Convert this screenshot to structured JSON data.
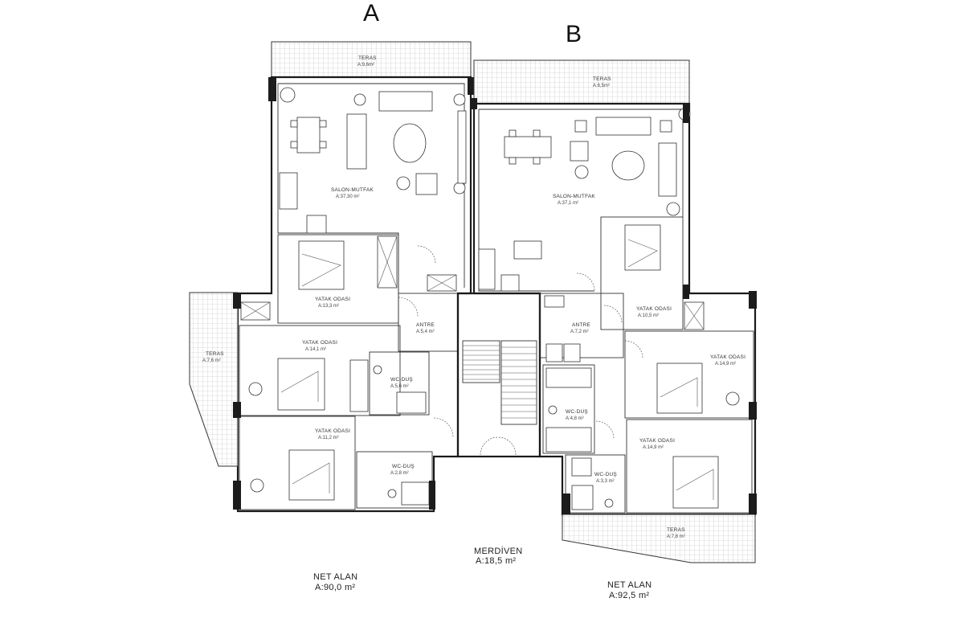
{
  "units": {
    "a": "A",
    "b": "B"
  },
  "rooms_a": {
    "teras_top": {
      "name": "TERAS",
      "area": "A:9,6m²"
    },
    "salon": {
      "name": "SALON-MUTFAK",
      "area": "A:37,30 m²"
    },
    "yatak1": {
      "name": "YATAK ODASI",
      "area": "A:13,3 m²"
    },
    "antre": {
      "name": "ANTRE",
      "area": "A:5,4 m²"
    },
    "yatak2": {
      "name": "YATAK ODASI",
      "area": "A:14,1 m²"
    },
    "teras_left": {
      "name": "TERAS",
      "area": "A:7,6 m²"
    },
    "wc1": {
      "name": "WC-DUŞ",
      "area": "A:5,6 m²"
    },
    "yatak3": {
      "name": "YATAK ODASI",
      "area": "A:11,2 m²"
    },
    "wc2": {
      "name": "WC-DUŞ",
      "area": "A:2,8 m²"
    }
  },
  "rooms_b": {
    "teras_top": {
      "name": "TERAS",
      "area": "A:6,5m²"
    },
    "salon": {
      "name": "SALON-MUTFAK",
      "area": "A:37,1 m²"
    },
    "yatak1": {
      "name": "YATAK ODASI",
      "area": "A:10,5 m²"
    },
    "antre": {
      "name": "ANTRE",
      "area": "A:7,2 m²"
    },
    "yatak2": {
      "name": "YATAK ODASI",
      "area": "A:14,9 m²"
    },
    "wc1": {
      "name": "WC-DUŞ",
      "area": "A:4,8 m²"
    },
    "yatak3": {
      "name": "YATAK ODASI",
      "area": "A:14,9 m²"
    },
    "wc2": {
      "name": "WC-DUŞ",
      "area": "A:3,3 m²"
    },
    "teras_bottom": {
      "name": "TERAS",
      "area": "A:7,8 m²"
    }
  },
  "totals": {
    "merdiven_label": "MERDİVEN",
    "merdiven_area": "A:18,5 m²",
    "net_a_label": "NET ALAN",
    "net_a_area": "A:90,0 m²",
    "net_b_label": "NET ALAN",
    "net_b_area": "A:92,5 m²"
  }
}
